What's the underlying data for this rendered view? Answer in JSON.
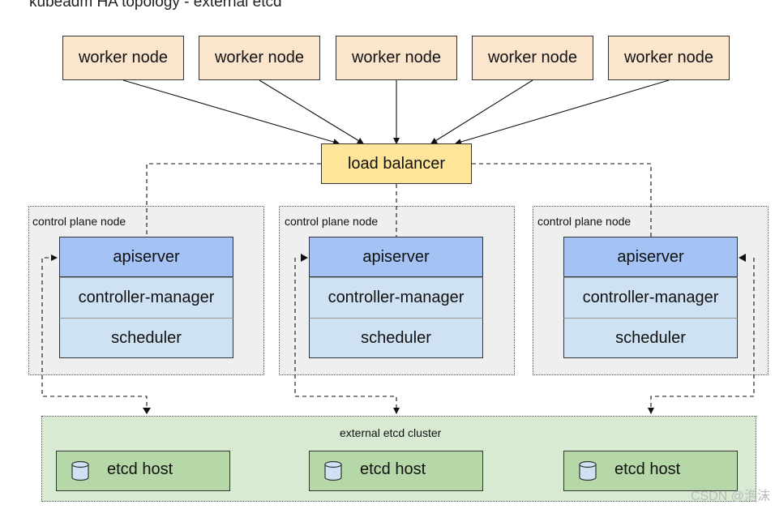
{
  "title": "kubeadm HA topology - external etcd",
  "workers": [
    "worker node",
    "worker node",
    "worker node",
    "worker node",
    "worker node"
  ],
  "load_balancer": "load balancer",
  "control_planes": [
    {
      "label": "control plane node",
      "apiserver": "apiserver",
      "controller_manager": "controller-manager",
      "scheduler": "scheduler"
    },
    {
      "label": "control plane node",
      "apiserver": "apiserver",
      "controller_manager": "controller-manager",
      "scheduler": "scheduler"
    },
    {
      "label": "control plane node",
      "apiserver": "apiserver",
      "controller_manager": "controller-manager",
      "scheduler": "scheduler"
    }
  ],
  "etcd_cluster": {
    "label": "external etcd cluster",
    "hosts": [
      "etcd host",
      "etcd host",
      "etcd host"
    ],
    "host_icon": "database-icon"
  },
  "watermark": "CSDN @泡沫",
  "colors": {
    "worker": "#fce5cd",
    "load_balancer": "#ffe599",
    "control_plane_bg": "#efefef",
    "apiserver": "#a4c2f4",
    "component": "#cfe2f3",
    "etcd_cluster_bg": "#d9ead3",
    "etcd_host": "#b6d7a8"
  }
}
